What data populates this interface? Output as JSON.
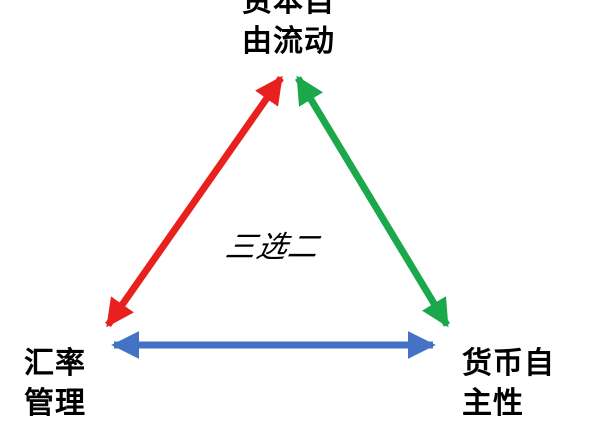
{
  "nodes": {
    "top": {
      "line1": "资本自",
      "line2": "由流动"
    },
    "left": {
      "line1": "汇率",
      "line2": "管理"
    },
    "right": {
      "line1": "货币自",
      "line2": "主性"
    }
  },
  "center_label": "三选二",
  "colors": {
    "left_edge": "#e8201e",
    "right_edge": "#1ba84a",
    "bottom_edge": "#4472c4"
  }
}
